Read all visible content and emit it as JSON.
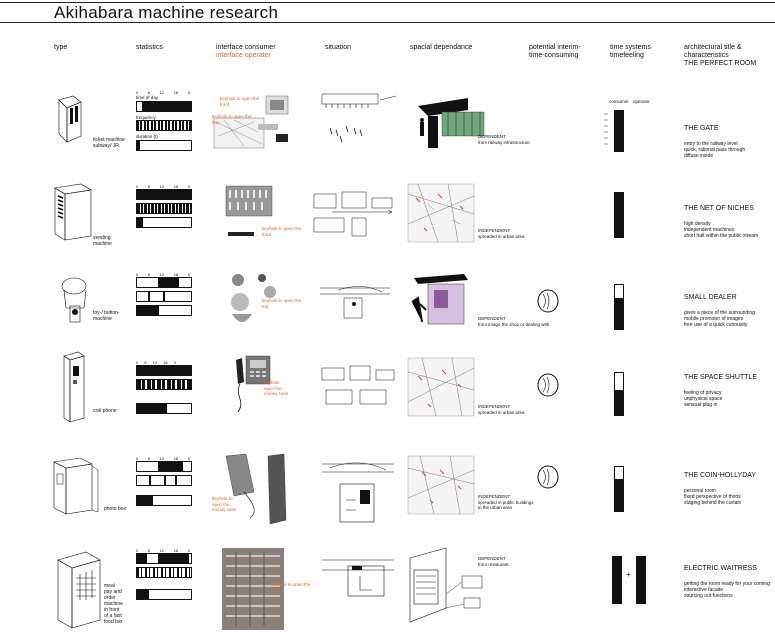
{
  "title": "Akihabara  machine research",
  "columns": {
    "type": "type",
    "statistics": "statistics",
    "interface_consumer": "interface consumer",
    "interface_operator": "interface operater",
    "situation": "situation",
    "spatial": "spacial dependance",
    "potential": "potential interim-\ntime-consuming",
    "time_systems": "time systems\ntimefeeling",
    "architectural": "architectural title &\ncharacteristics\nTHE PERFECT ROOM"
  },
  "stat_labels": {
    "time_of_day": "time of day",
    "frequency": "frequency",
    "duration": "duration (t)"
  },
  "ticks": [
    "0",
    "6",
    "12",
    "18",
    "0"
  ],
  "consumer_label": "consumer",
  "operator_label": "operator",
  "rows": [
    {
      "type": "ticket machine\nsubway/ JR",
      "annotation": "keyhole to open the\nfront",
      "annotation2": "keyhole to open the\nbox",
      "dependency": "DEPENDENT\nfrom railway infrastructure",
      "title": "THE GATE",
      "desc": "entry to the railway level\nquick, rational pass through\ndiffuse inside",
      "time_fill": 1.0
    },
    {
      "type": "vending\nmachine",
      "annotation": "keyhole to open the\nfront",
      "dependency": "INDEPENDENT\nspreaded in urban area",
      "title": "THE NET OF NICHES",
      "desc": "high density\nindependent machines\nshort halt within the public stream",
      "time_fill": 1.0
    },
    {
      "type": "toy-/ button-\nmachine",
      "annotation": "keyhole to open the\ntop",
      "dependency": "DEPENDENT\nfrom image the shop or dealing with",
      "title": "SMALL DEALER",
      "desc": "gives a piece of the surrounding\nmobile promoter of images\nfree use of a quick curiousity",
      "time_fill": 0.7
    },
    {
      "type": "civil phone",
      "annotation": "keyhole\nopen the\nmoney case",
      "dependency": "INDEPENDENT\nspreaded in urban area",
      "title": "THE SPACE SHUTTLE",
      "desc": "feeling of privacy\nunphysical space\nsensual plug in",
      "time_fill": 0.6
    },
    {
      "type": "photo box",
      "annotation": "keyhole to\nopen the\nmoney case",
      "dependency": "INDEPENDENT\nspreaded in public buildings\nin the urban area",
      "title": "THE COIN-HOLLYDAY",
      "desc": "personal room\nfixed perspective of thirds\nstaging behind the curtain",
      "time_fill": 0.72
    },
    {
      "type": "meal\npay and\norder\nmachine\nin front\nof a fast\nfood bar",
      "annotation": "keyhole to open the\nfront",
      "dependency": "DEPENDENT\nfrom restaurant",
      "title": "ELECTRIC WAITRESS",
      "desc": "getting the room ready for your coming\ninteractive facade\nsourcing out functions",
      "time_fill": 1.0
    }
  ],
  "plus": "+"
}
